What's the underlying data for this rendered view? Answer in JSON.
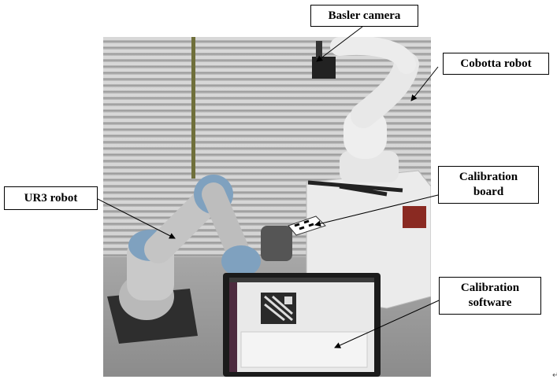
{
  "labels": {
    "basler_camera": "Basler camera",
    "cobotta_robot": "Cobotta robot",
    "calibration_board_line1": "Calibration",
    "calibration_board_line2": "board",
    "ur3_robot": "UR3 robot",
    "calibration_software_line1": "Calibration",
    "calibration_software_line2": "software"
  },
  "corner_mark": "↵"
}
